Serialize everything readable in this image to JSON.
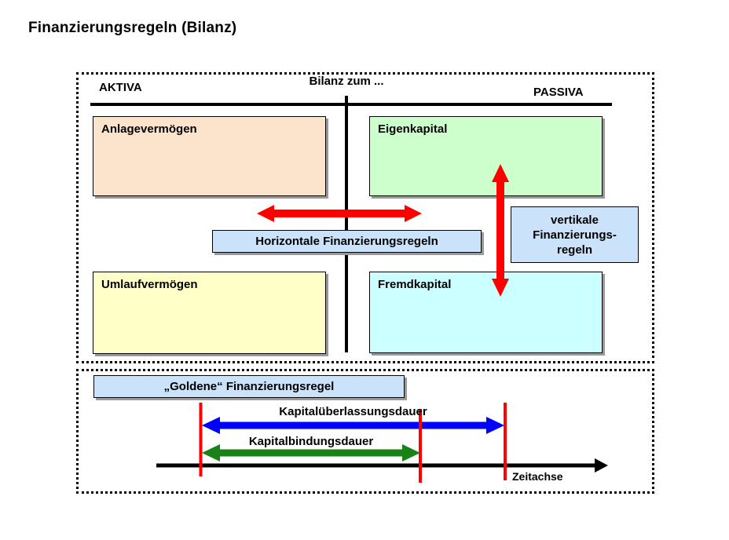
{
  "title": "Finanzierungsregeln (Bilanz)",
  "balance": {
    "aktiva": "AKTIVA",
    "bilanz_zum": "Bilanz zum ...",
    "passiva": "PASSIVA",
    "anlagevermoegen": "Anlagevermögen",
    "eigenkapital": "Eigenkapital",
    "umlaufvermoegen": "Umlaufvermögen",
    "fremdkapital": "Fremdkapital",
    "horizontale_regeln": "Horizontale Finanzierungsregeln",
    "vertikale_regeln_lines": [
      "vertikale",
      "Finanzierungs-",
      "regeln"
    ]
  },
  "golden": {
    "title": "„Goldene“ Finanzierungsregel",
    "ueberlassung": "Kapitalüberlassungsdauer",
    "bindung": "Kapitalbindungsdauer",
    "zeitachse": "Zeitachse"
  },
  "colors": {
    "box-anlage": "#FCE4CC",
    "box-eigen": "#CCFFCC",
    "box-umlauf": "#FFFFC8",
    "box-fremd": "#CCFFFF",
    "label-box": "#CAE2FA",
    "arrow-red": "#FE0000",
    "arrow-blue": "#0000FE",
    "arrow-green": "#178217",
    "line-black": "#000000",
    "tick-red": "#FE0000",
    "shadow": "#999999"
  }
}
